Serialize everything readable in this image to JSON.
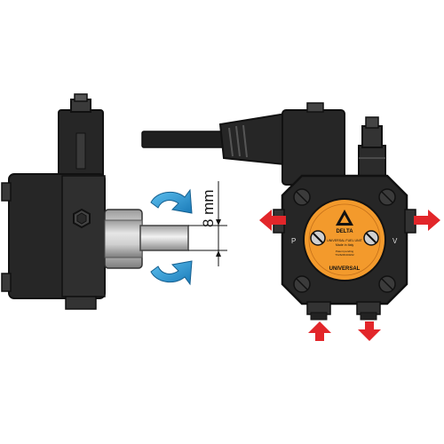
{
  "dimension": {
    "value_label": "8 mm"
  },
  "nameplate": {
    "brand": "DELTA",
    "line1": "UNIVERSAL FUEL UNIT",
    "line2": "Made in Italy",
    "line3": "Patent pending",
    "line4": "TV26/28.000/22",
    "curved_text": "UNIVERSAL",
    "left_marker": "P",
    "right_marker": "V"
  },
  "colors": {
    "pump_body": "#2a2a2a",
    "outline": "#111111",
    "rotation_arrow": "#2e9bd6",
    "flow_arrow": "#e2262a",
    "nameplate": "#f39a2c",
    "metal": "#c8c8c8"
  }
}
